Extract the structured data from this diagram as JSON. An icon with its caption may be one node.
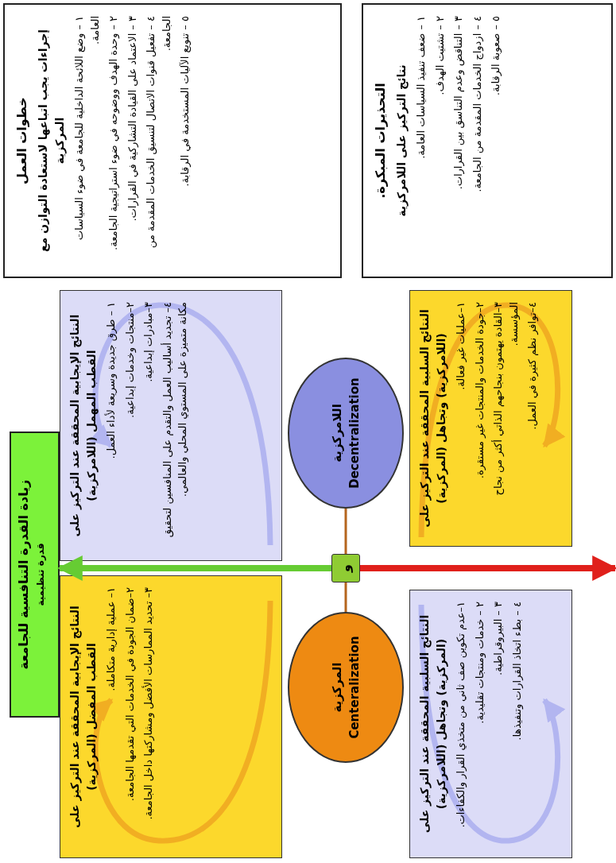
{
  "diagram": {
    "nodes": [
      {
        "text": [
          "زيادة القدرة التنافسية للجامعة",
          "قدرة تنظيمية"
        ]
      },
      {
        "text": [
          "النتائج الإيجابية المحققة عند التركيز على القطب المفضل (المركزية)",
          "١– عملية إدارية متكاملة.",
          "٢–ضمان الجودة في الخدمات التي تقدمها الجامعة.",
          "٣– تحديد الممارسات الأفضل ومشاركتها داخل الجامعة."
        ]
      },
      {
        "text": [
          "النتائج الإيجابية المحققة عند التركيز على القطب المهمل (اللامركزية)",
          "١ – طرق جديدة وسريعة لأداء العمل.",
          "٢–منتجات وخدمات إبداعية.",
          "٣–مبادرات إبداعية.",
          "٤– تجديد أساليب العمل والتقدم على المنافسين لتحقيق مكانة متميزة على المستوي المحلي والعالمي."
        ]
      },
      {
        "text": [
          "اللامركزية",
          "Decentralization"
        ]
      },
      {
        "text": [
          "المركزية",
          "Centeralization"
        ]
      },
      {
        "text": [
          "و"
        ]
      },
      {
        "text": [
          "النتائج السلبية المحققة عند التركيز على (المركزية) وتجاهل (اللامركزية)",
          "١–عدم تكوين صف ثاني من متخذي القرار والكفاءات.",
          "٢ – خدمات ومنتجات تقليدية.",
          "٣ – البيروقراطية.",
          "٤ – بطء اتخاذ القرارات وتنفيذها."
        ]
      },
      {
        "text": [
          "النتائج السلبية المحققة عند التركيز على (اللامركزية) وتجاهل (المركزية)",
          "١–عمليات غير فعالة.",
          "٢–جودة الخدمات والمنتجات غير مستقرة.",
          "٣–القادة يهتمون بنجاحهم الذاتي أكثر من نجاح المؤسسة.",
          "٤–توافر نظم كثيرة في العمل."
        ]
      },
      {
        "text": [
          "خطوات العمل",
          "إجراءات يجب اتباعها لاستعادة التوازن مع المركزية",
          "١ – وضع اللائحة الداخلية للجامعة في ضوء السياسات العامة.",
          "٢ – وحدة الهدف ووضوحه في ضوء استراتيجية الجامعة.",
          "٣ – الاعتماد على القيادة التشاركية في القرارات.",
          "٤ – تفعيل قنوات الاتصال لتنسيق الخدمات المقدمة من الجامعة.",
          "٥ – تنويع الآليات المستخدمة في الرقابة."
        ]
      },
      {
        "text": [
          "التحذيرات المبكرة.",
          "نتائج التركيز على اللامركزية",
          "١ – ضعف تنفيذ السياسات العامة.",
          "٢ – تشتيت الهدف.",
          "٣ – التناقض وعدم التناسق بين القرارات.",
          "٤ – ازدواج الخدمات المقدمة من الجامعة.",
          "٥ – صعوبة الرقابة."
        ]
      }
    ],
    "edges": [
      {
        "from": 5,
        "to": 0,
        "arrow": "to",
        "style": "thick",
        "color": "#66cc33"
      },
      {
        "from": 5,
        "to": null,
        "arrow": "to",
        "style": "thick",
        "color": "#e0201b"
      },
      {
        "from": 3,
        "to": 5,
        "arrow": "none",
        "color": "#b5651d"
      },
      {
        "from": 4,
        "to": 5,
        "arrow": "none",
        "color": "#b5651d"
      }
    ]
  }
}
